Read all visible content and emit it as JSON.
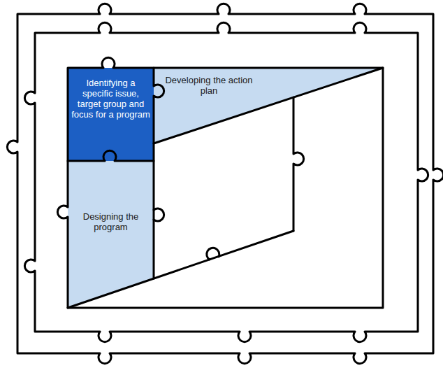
{
  "diagram": {
    "nodes": [
      {
        "text": [
          "Identifying a specific issue, target group and focus for a program"
        ]
      },
      {
        "text": [
          "Developing the action plan"
        ]
      },
      {
        "text": [
          "Designing the program"
        ]
      }
    ]
  }
}
